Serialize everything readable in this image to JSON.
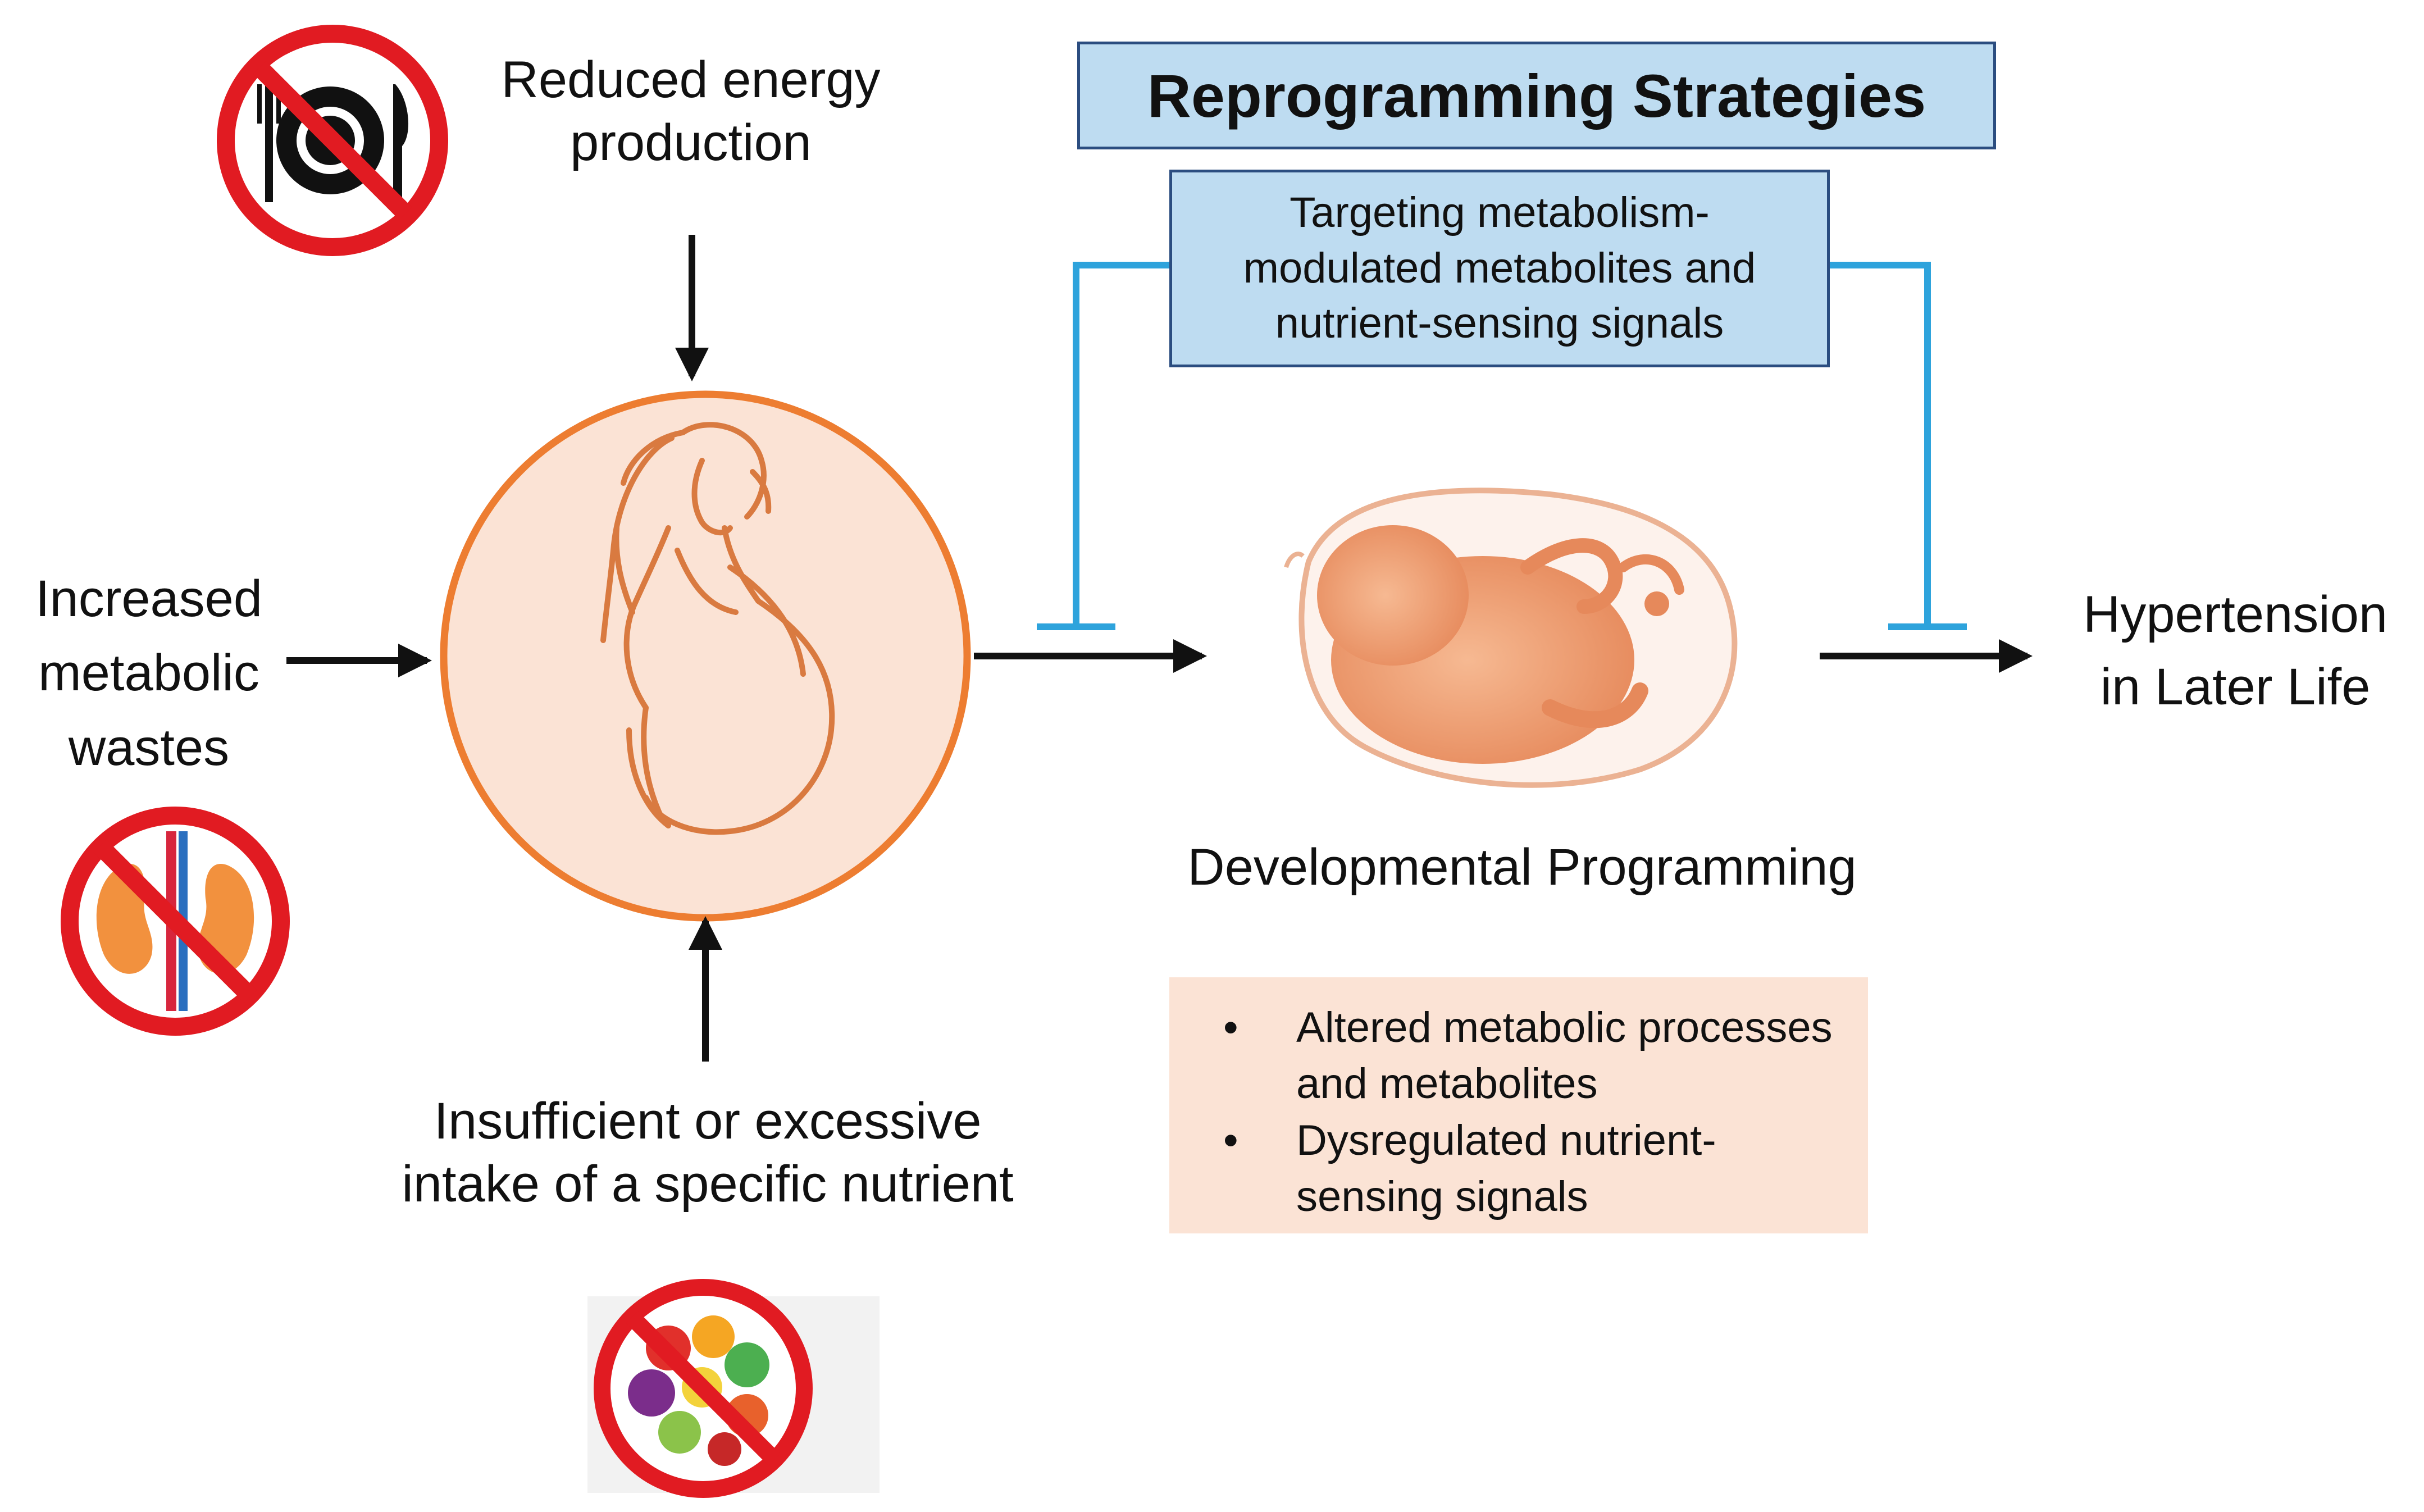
{
  "title": "Reprogramming Strategies",
  "strategy": {
    "line1": "Targeting metabolism-",
    "line2": "modulated metabolites and",
    "line3": "nutrient-sensing signals"
  },
  "inputs": {
    "top": {
      "line1": "Reduced energy",
      "line2": "production",
      "icon": "no-food-plate-icon"
    },
    "left": {
      "line1": "Increased",
      "line2": "metabolic",
      "line3": "wastes",
      "icon": "no-kidney-icon"
    },
    "bottom": {
      "line1": "Insufficient or excessive",
      "line2": "intake of a specific nutrient",
      "icon": "no-fruits-vegetables-icon"
    }
  },
  "center_icon": "pregnant-woman-icon",
  "fetus_icon": "fetus-in-womb-icon",
  "developmental_label": "Developmental Programming",
  "bullets": [
    {
      "line1": "Altered metabolic processes",
      "line2": "and metabolites"
    },
    {
      "line1": "Dysregulated nutrient-",
      "line2": "sensing signals"
    }
  ],
  "bullet_glyph": "•",
  "outcome": {
    "line1": "Hypertension",
    "line2": "in Later Life"
  },
  "colors": {
    "orange": "#ed7d31",
    "peach": "#fbe3d5",
    "light_blue": "#bedcf1",
    "navy_border": "#2b4d80",
    "inhibition_blue": "#2ea3dc",
    "forbidden_red": "#e11b22"
  }
}
